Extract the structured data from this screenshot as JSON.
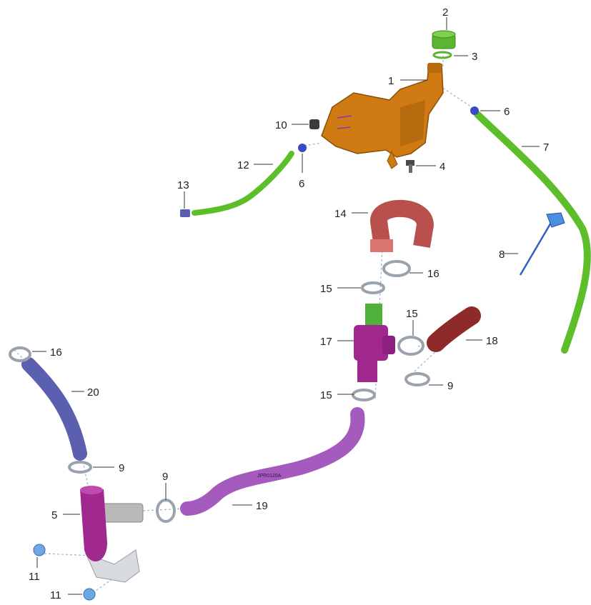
{
  "colors": {
    "reservoir": "#cf7a12",
    "cap": "#5bb532",
    "hose_green": "#5cbf2a",
    "hose_red": "#b8504e",
    "fitting_magenta": "#a0288f",
    "hose_purple": "#a55bbd",
    "hose_blue": "#5a5fb0",
    "clamp": "#c9cfd6",
    "metal_tube": "#b9b9b9",
    "clip_blue": "#3b49c4",
    "bolt_blue": "#6fa7e6",
    "leader": "#333333",
    "assembly_line": "#8fb6d6"
  },
  "part_labels": {
    "p1": "1",
    "p2": "2",
    "p3": "3",
    "p4": "4",
    "p5": "5",
    "p6a": "6",
    "p6b": "6",
    "p7": "7",
    "p8": "8",
    "p9a": "9",
    "p9b": "9",
    "p9c": "9",
    "p10": "10",
    "p11a": "11",
    "p11b": "11",
    "p12": "12",
    "p13": "13",
    "p14": "14",
    "p15a": "15",
    "p15b": "15",
    "p15c": "15",
    "p16a": "16",
    "p16b": "16",
    "p17": "17",
    "p18": "18",
    "p19": "19",
    "p20": "20"
  },
  "hose_marking": "JPR0120A"
}
